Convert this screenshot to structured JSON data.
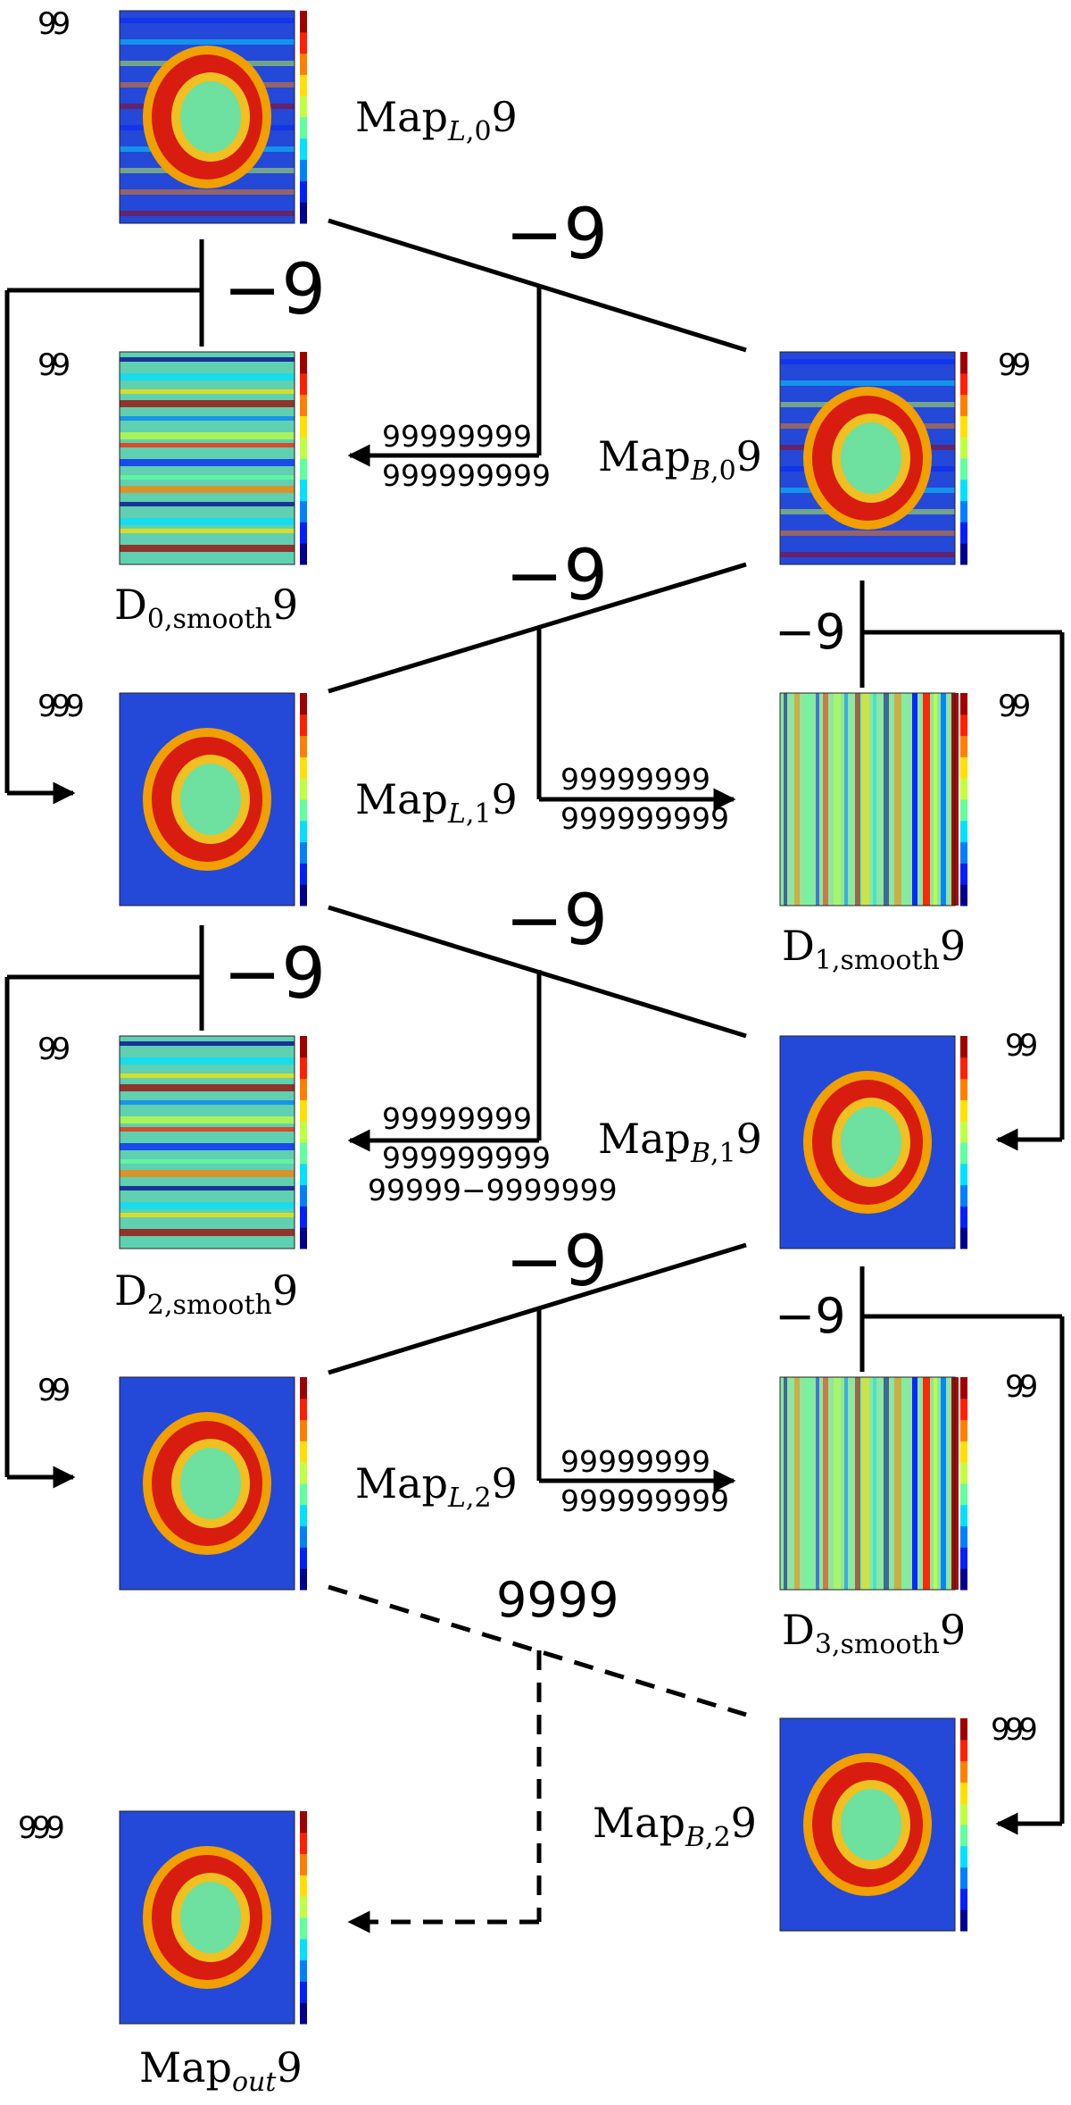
{
  "panels": [
    {
      "tag": "99",
      "label_main": "Map",
      "label_var": "L",
      "label_sub": ",0",
      "label_end": "9",
      "kind": "map"
    },
    {
      "tag": "99",
      "label_main": "D",
      "label_var": "",
      "label_sub": "0,smooth",
      "label_end": "9",
      "kind": "diff_h"
    },
    {
      "tag": "99",
      "label_main": "Map",
      "label_var": "B",
      "label_sub": ",0",
      "label_end": "9",
      "kind": "map"
    },
    {
      "tag": "999",
      "label_main": "Map",
      "label_var": "L",
      "label_sub": ",1",
      "label_end": "9",
      "kind": "ring"
    },
    {
      "tag": "99",
      "label_main": "D",
      "label_var": "",
      "label_sub": "1,smooth",
      "label_end": "9",
      "kind": "diff_v"
    },
    {
      "tag": "99",
      "label_main": "D",
      "label_var": "",
      "label_sub": "2,smooth",
      "label_end": "9",
      "kind": "diff_h"
    },
    {
      "tag": "99",
      "label_main": "Map",
      "label_var": "B",
      "label_sub": ",1",
      "label_end": "9",
      "kind": "ring"
    },
    {
      "tag": "99",
      "label_main": "Map",
      "label_var": "L",
      "label_sub": ",2",
      "label_end": "9",
      "kind": "ring"
    },
    {
      "tag": "99",
      "label_main": "D",
      "label_var": "",
      "label_sub": "3,smooth",
      "label_end": "9",
      "kind": "diff_v"
    },
    {
      "tag": "999",
      "label_main": "Map",
      "label_var": "B",
      "label_sub": ",2",
      "label_end": "9",
      "kind": "ring"
    },
    {
      "tag": "999",
      "label_main": "Map",
      "label_var": "out",
      "label_sub": "",
      "label_end": "9",
      "kind": "ring"
    }
  ],
  "operators": {
    "minus_1": "−9",
    "minus_2": "−9",
    "minus_3": "−9",
    "minus_4": "−9",
    "minus_5": "−9",
    "minus_6": "−9",
    "minus_7": "−9",
    "minus_8": "−9",
    "final_op": "9999"
  },
  "notes": {
    "n1_line1": "99999999",
    "n1_line2": "999999999",
    "n2_line1": "99999999",
    "n2_line2": "999999999",
    "n3_line1": "99999999",
    "n3_line2": "999999999",
    "n3_line3": "99999−9999999",
    "n4_line1": "99999999",
    "n4_line2": "999999999"
  },
  "colors": {
    "line": "#000000",
    "map_bg": "#1f38c8",
    "ring": "#d81c10"
  }
}
